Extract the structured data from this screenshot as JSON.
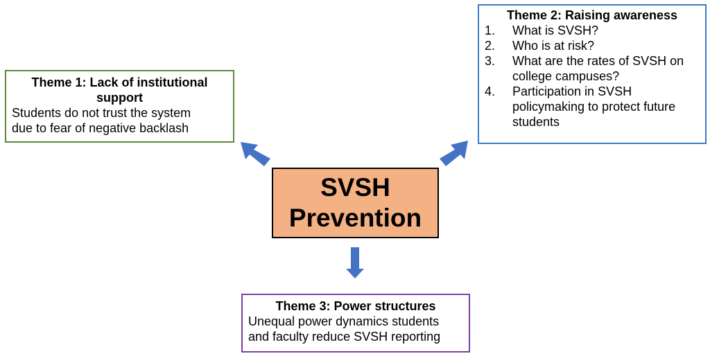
{
  "center": {
    "line1": "SVSH",
    "line2": "Prevention",
    "fill": "#f4b183"
  },
  "theme1": {
    "title_line1": "Theme 1: Lack of institutional",
    "title_line2": "support",
    "body_line1": "Students do not trust the system",
    "body_line2": "due to fear of negative backlash",
    "border": "#5a8a3a"
  },
  "theme2": {
    "title": "Theme 2: Raising awareness",
    "border": "#3b7cc4",
    "items": [
      {
        "num": "1.",
        "line1": "What is SVSH?"
      },
      {
        "num": "2.",
        "line1": "Who is at risk?"
      },
      {
        "num": "3.",
        "line1": "What are the rates of SVSH on",
        "line2": "college campuses?"
      },
      {
        "num": "4.",
        "line1": "Participation in SVSH",
        "line2": "policymaking to protect future",
        "line3": "students"
      }
    ]
  },
  "theme3": {
    "title": "Theme 3: Power structures",
    "body_line1": "Unequal power dynamics students",
    "body_line2": "and faculty reduce SVSH reporting",
    "border": "#7a3fa0"
  },
  "arrow_color": "#4472c4"
}
